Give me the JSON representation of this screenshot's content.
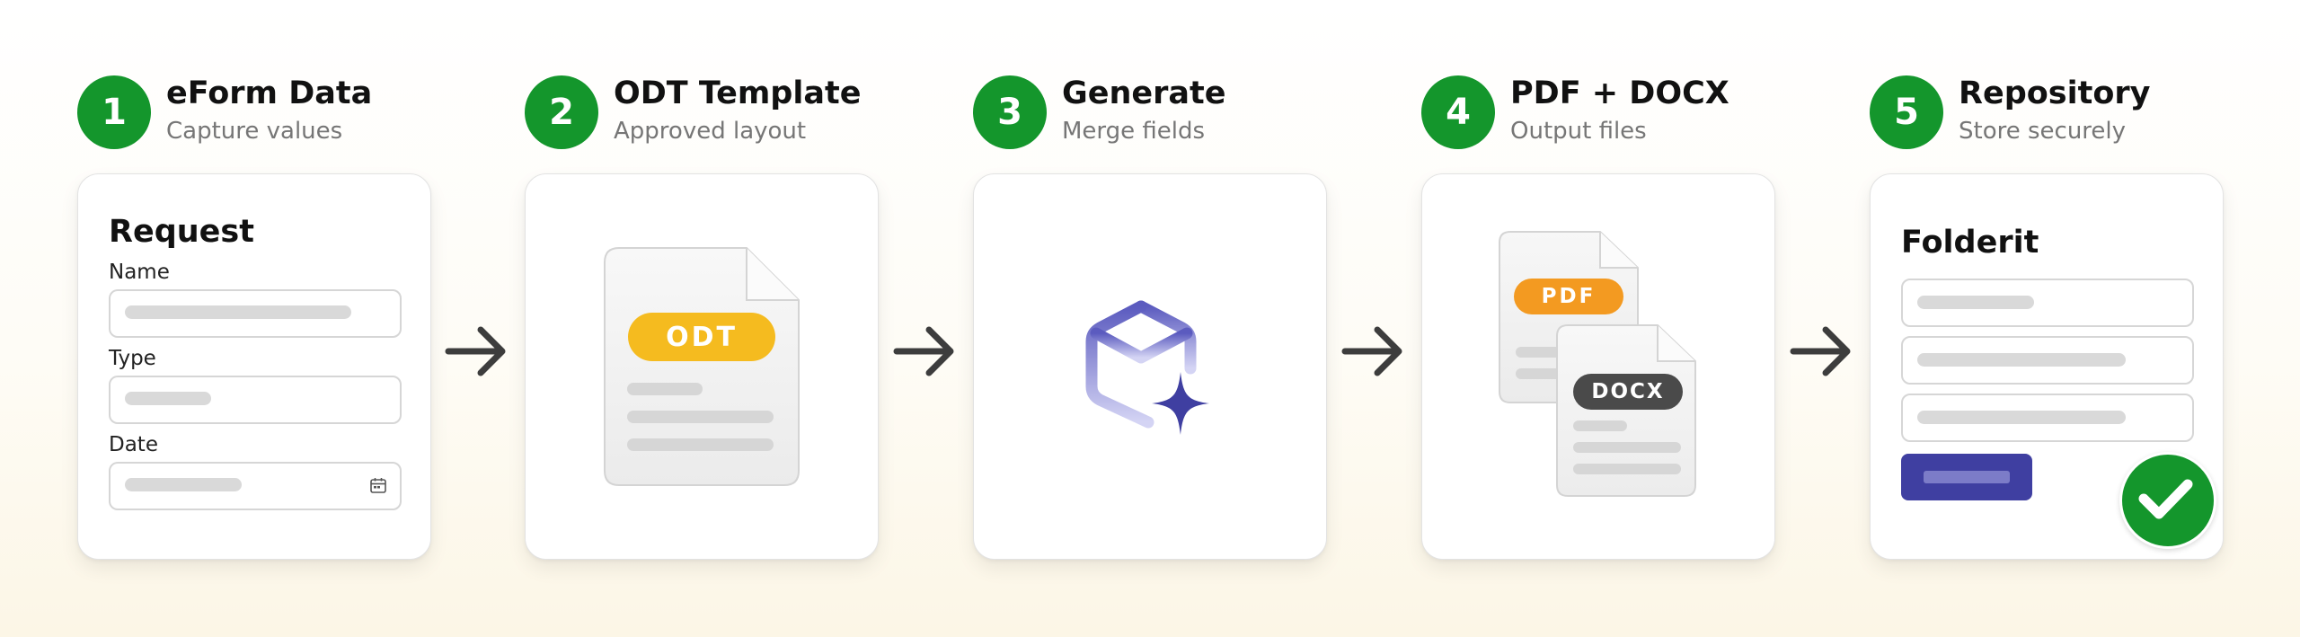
{
  "steps": [
    {
      "number": "1",
      "title": "eForm Data",
      "subtitle": "Capture values"
    },
    {
      "number": "2",
      "title": "ODT Template",
      "subtitle": "Approved layout"
    },
    {
      "number": "3",
      "title": "Generate",
      "subtitle": "Merge fields"
    },
    {
      "number": "4",
      "title": "PDF + DOCX",
      "subtitle": "Output files"
    },
    {
      "number": "5",
      "title": "Repository",
      "subtitle": "Store securely"
    }
  ],
  "form_card": {
    "title": "Request",
    "fields": [
      {
        "label": "Name"
      },
      {
        "label": "Type"
      },
      {
        "label": "Date"
      }
    ]
  },
  "template_card": {
    "badge": "ODT"
  },
  "output_card": {
    "pdf_badge": "PDF",
    "docx_badge": "DOCX"
  },
  "repository_card": {
    "title": "Folderit"
  },
  "colors": {
    "step_green": "#14962c",
    "odt_yellow": "#f5bb1f",
    "pdf_orange": "#f39a21",
    "docx_dark": "#4a4a4a",
    "accent_indigo": "#3f3fa1"
  },
  "icons": [
    "calendar-icon",
    "cube-sparkle-icon",
    "checkmark-icon",
    "arrow-right-icon"
  ]
}
